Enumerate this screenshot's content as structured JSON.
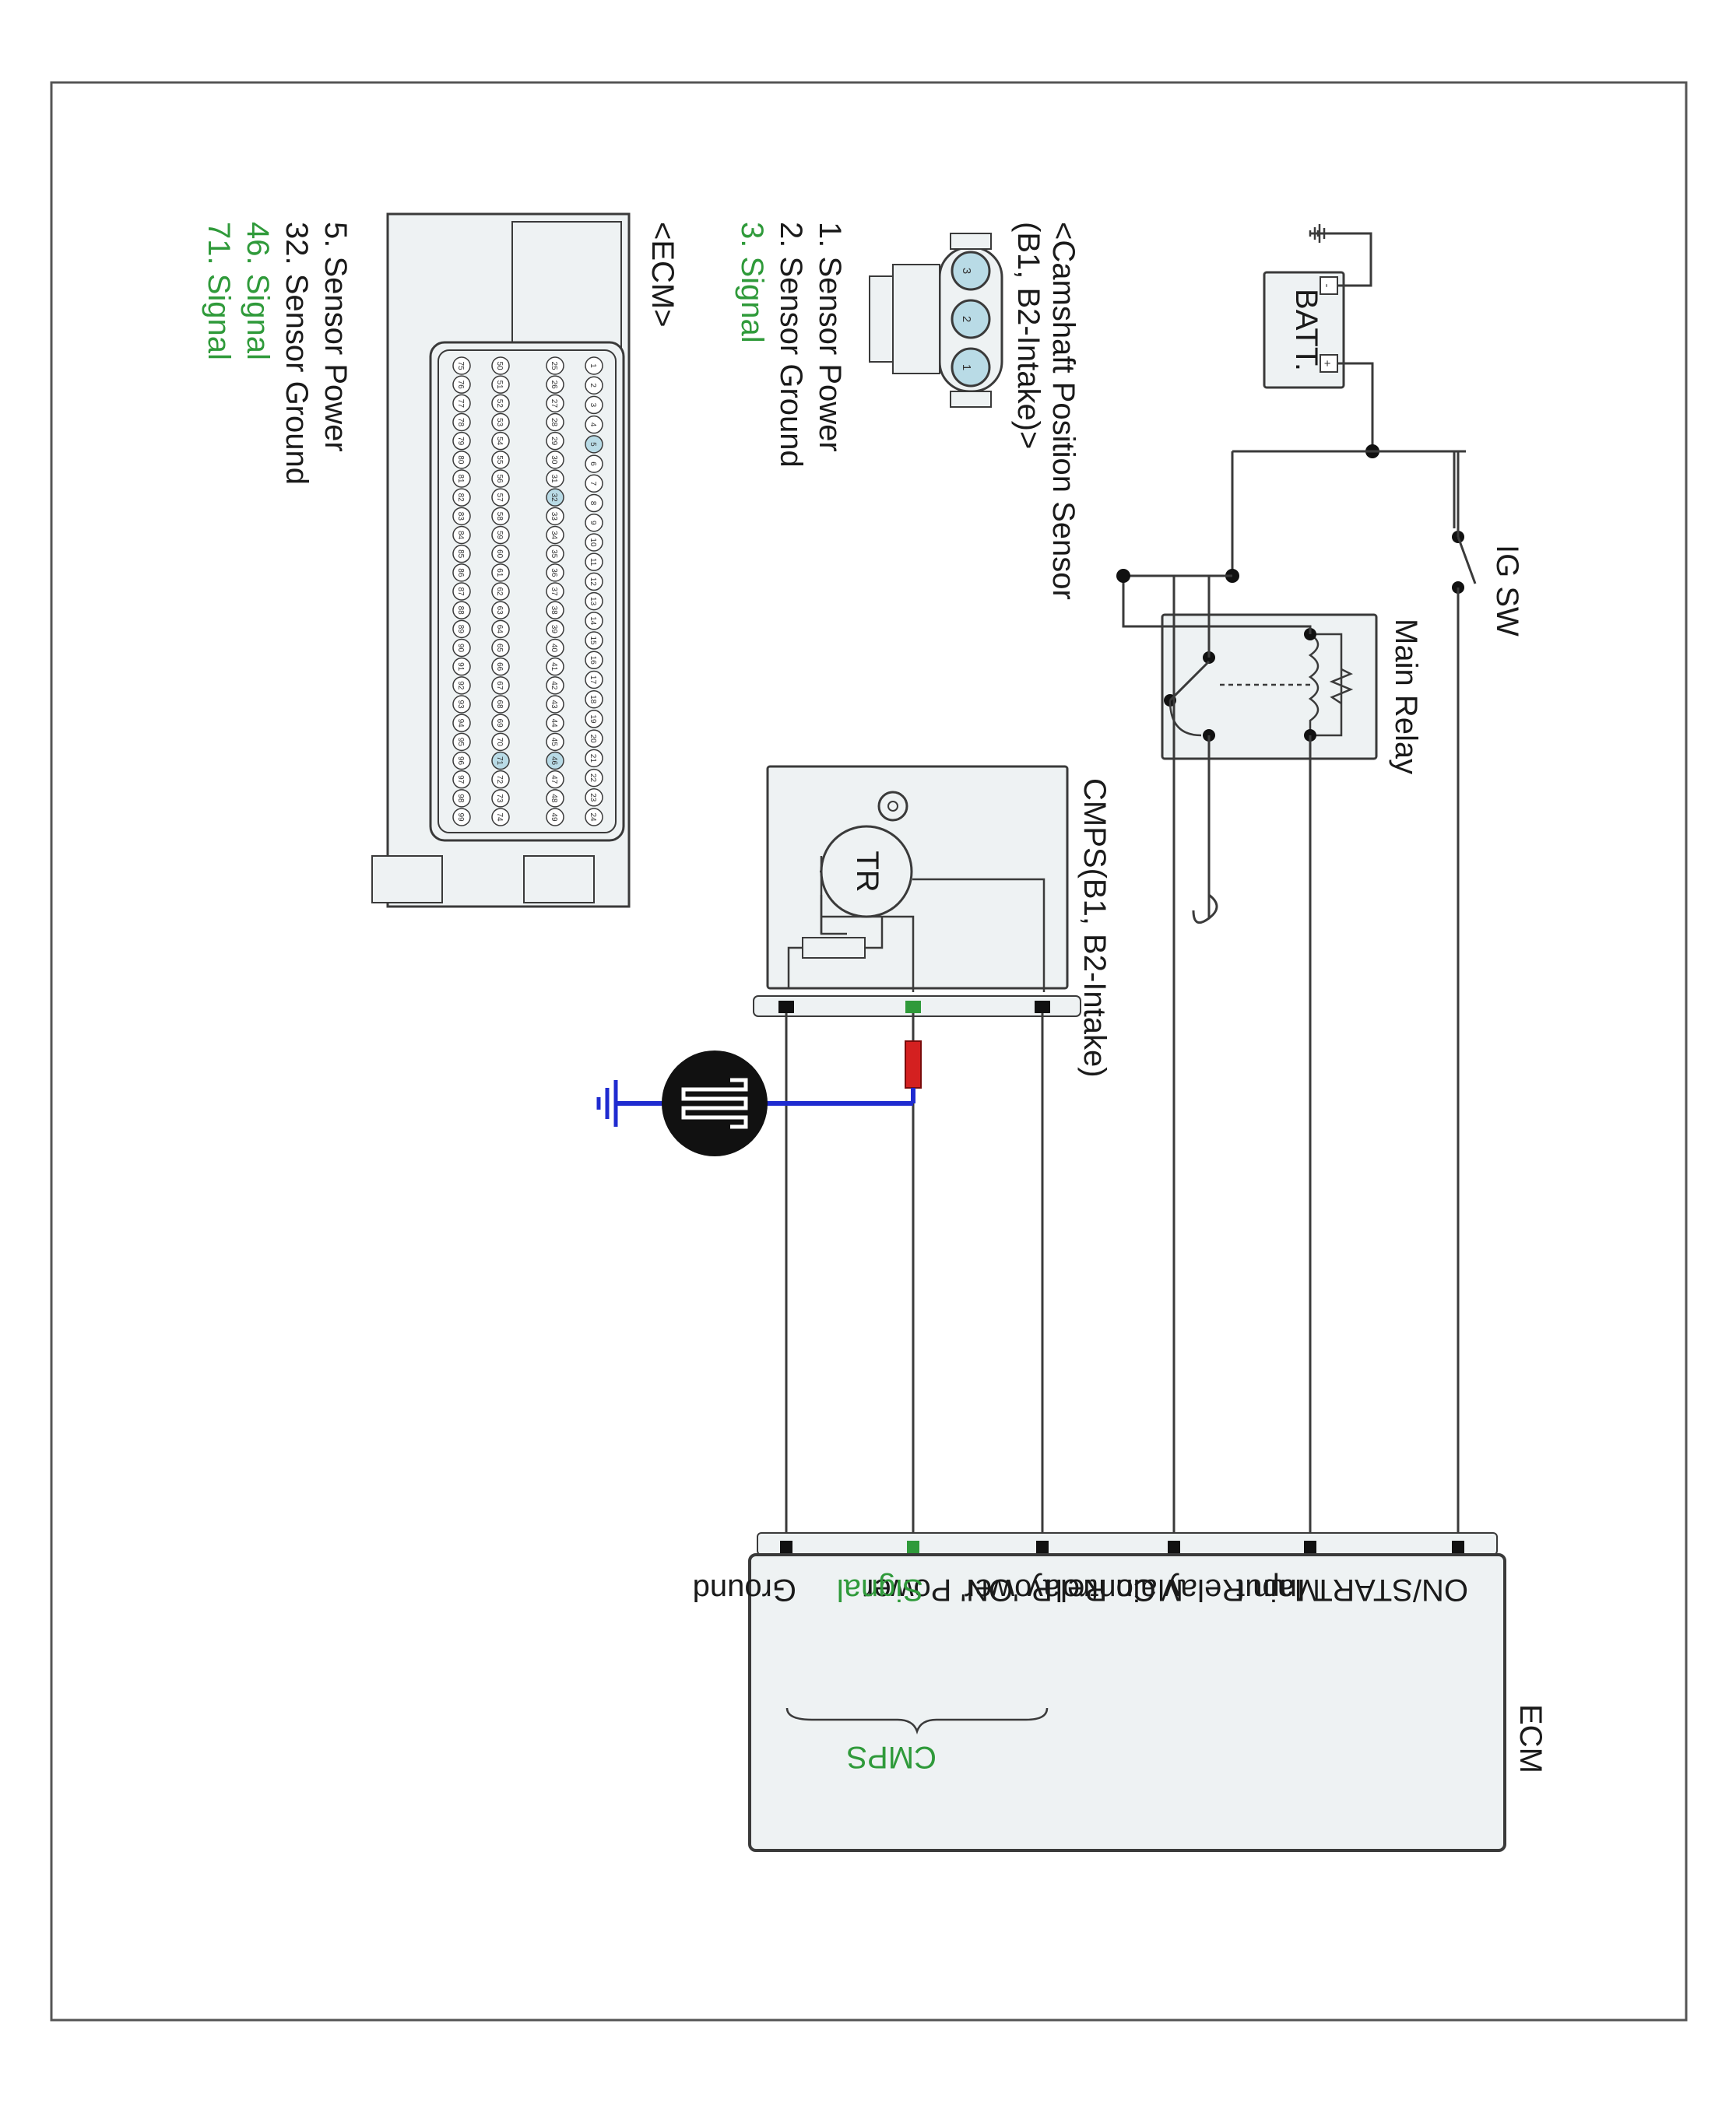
{
  "colors": {
    "wire": "#3a3a3a",
    "signal_green": "#2f9a3a",
    "box_fill": "#eef2f3",
    "pin_highlight": "#b9dbe6",
    "probe_red": "#d42020",
    "probe_blue": "#1f2bd0"
  },
  "power": {
    "battery_label": "BATT.",
    "battery_minus": "-",
    "battery_plus": "+",
    "ig_switch_label": "IG SW",
    "main_relay_label": "Main Relay"
  },
  "sensor": {
    "box_label": "CMPS(B1, B2-Intake)",
    "transistor_label": "TR"
  },
  "ecm": {
    "title": "ECM",
    "pins": [
      "ON/START Input",
      "Main Relay Control",
      "Main Relay 'ON' Power",
      "Power",
      "Signal",
      "Ground"
    ],
    "group_label": "CMPS"
  },
  "connector_sensor": {
    "title_line1": "<Camshaft Position Sensor",
    "title_line2": "(B1, B2-Intake)>",
    "pin_numbers": [
      "3",
      "2",
      "1"
    ],
    "legend": [
      "1. Sensor Power",
      "2. Sensor Ground",
      "3. Signal"
    ]
  },
  "connector_ecm": {
    "title": "<ECM>",
    "legend": [
      "5. Sensor Power",
      "32. Sensor Ground",
      "46. Signal",
      "71. Signal"
    ],
    "row1": [
      "1",
      "2",
      "3",
      "4",
      "5",
      "6",
      "7",
      "8",
      "9",
      "10",
      "11",
      "12",
      "13",
      "14",
      "15",
      "16",
      "17",
      "18",
      "19",
      "20",
      "21",
      "22",
      "23",
      "24"
    ],
    "row2": [
      "25",
      "26",
      "27",
      "28",
      "29",
      "30",
      "31",
      "32",
      "33",
      "34",
      "35",
      "36",
      "37",
      "38",
      "39",
      "40",
      "41",
      "42",
      "43",
      "44",
      "45",
      "46",
      "47",
      "48",
      "49"
    ],
    "row3": [
      "50",
      "51",
      "52",
      "53",
      "54",
      "55",
      "56",
      "57",
      "58",
      "59",
      "60",
      "61",
      "62",
      "63",
      "64",
      "65",
      "66",
      "67",
      "68",
      "69",
      "70",
      "71",
      "72",
      "73",
      "74"
    ],
    "row4": [
      "75",
      "76",
      "77",
      "78",
      "79",
      "80",
      "81",
      "82",
      "83",
      "84",
      "85",
      "86",
      "87",
      "88",
      "89",
      "90",
      "91",
      "92",
      "93",
      "94",
      "95",
      "96",
      "97",
      "98",
      "99"
    ],
    "highlighted": [
      "5",
      "32",
      "46",
      "71"
    ]
  }
}
